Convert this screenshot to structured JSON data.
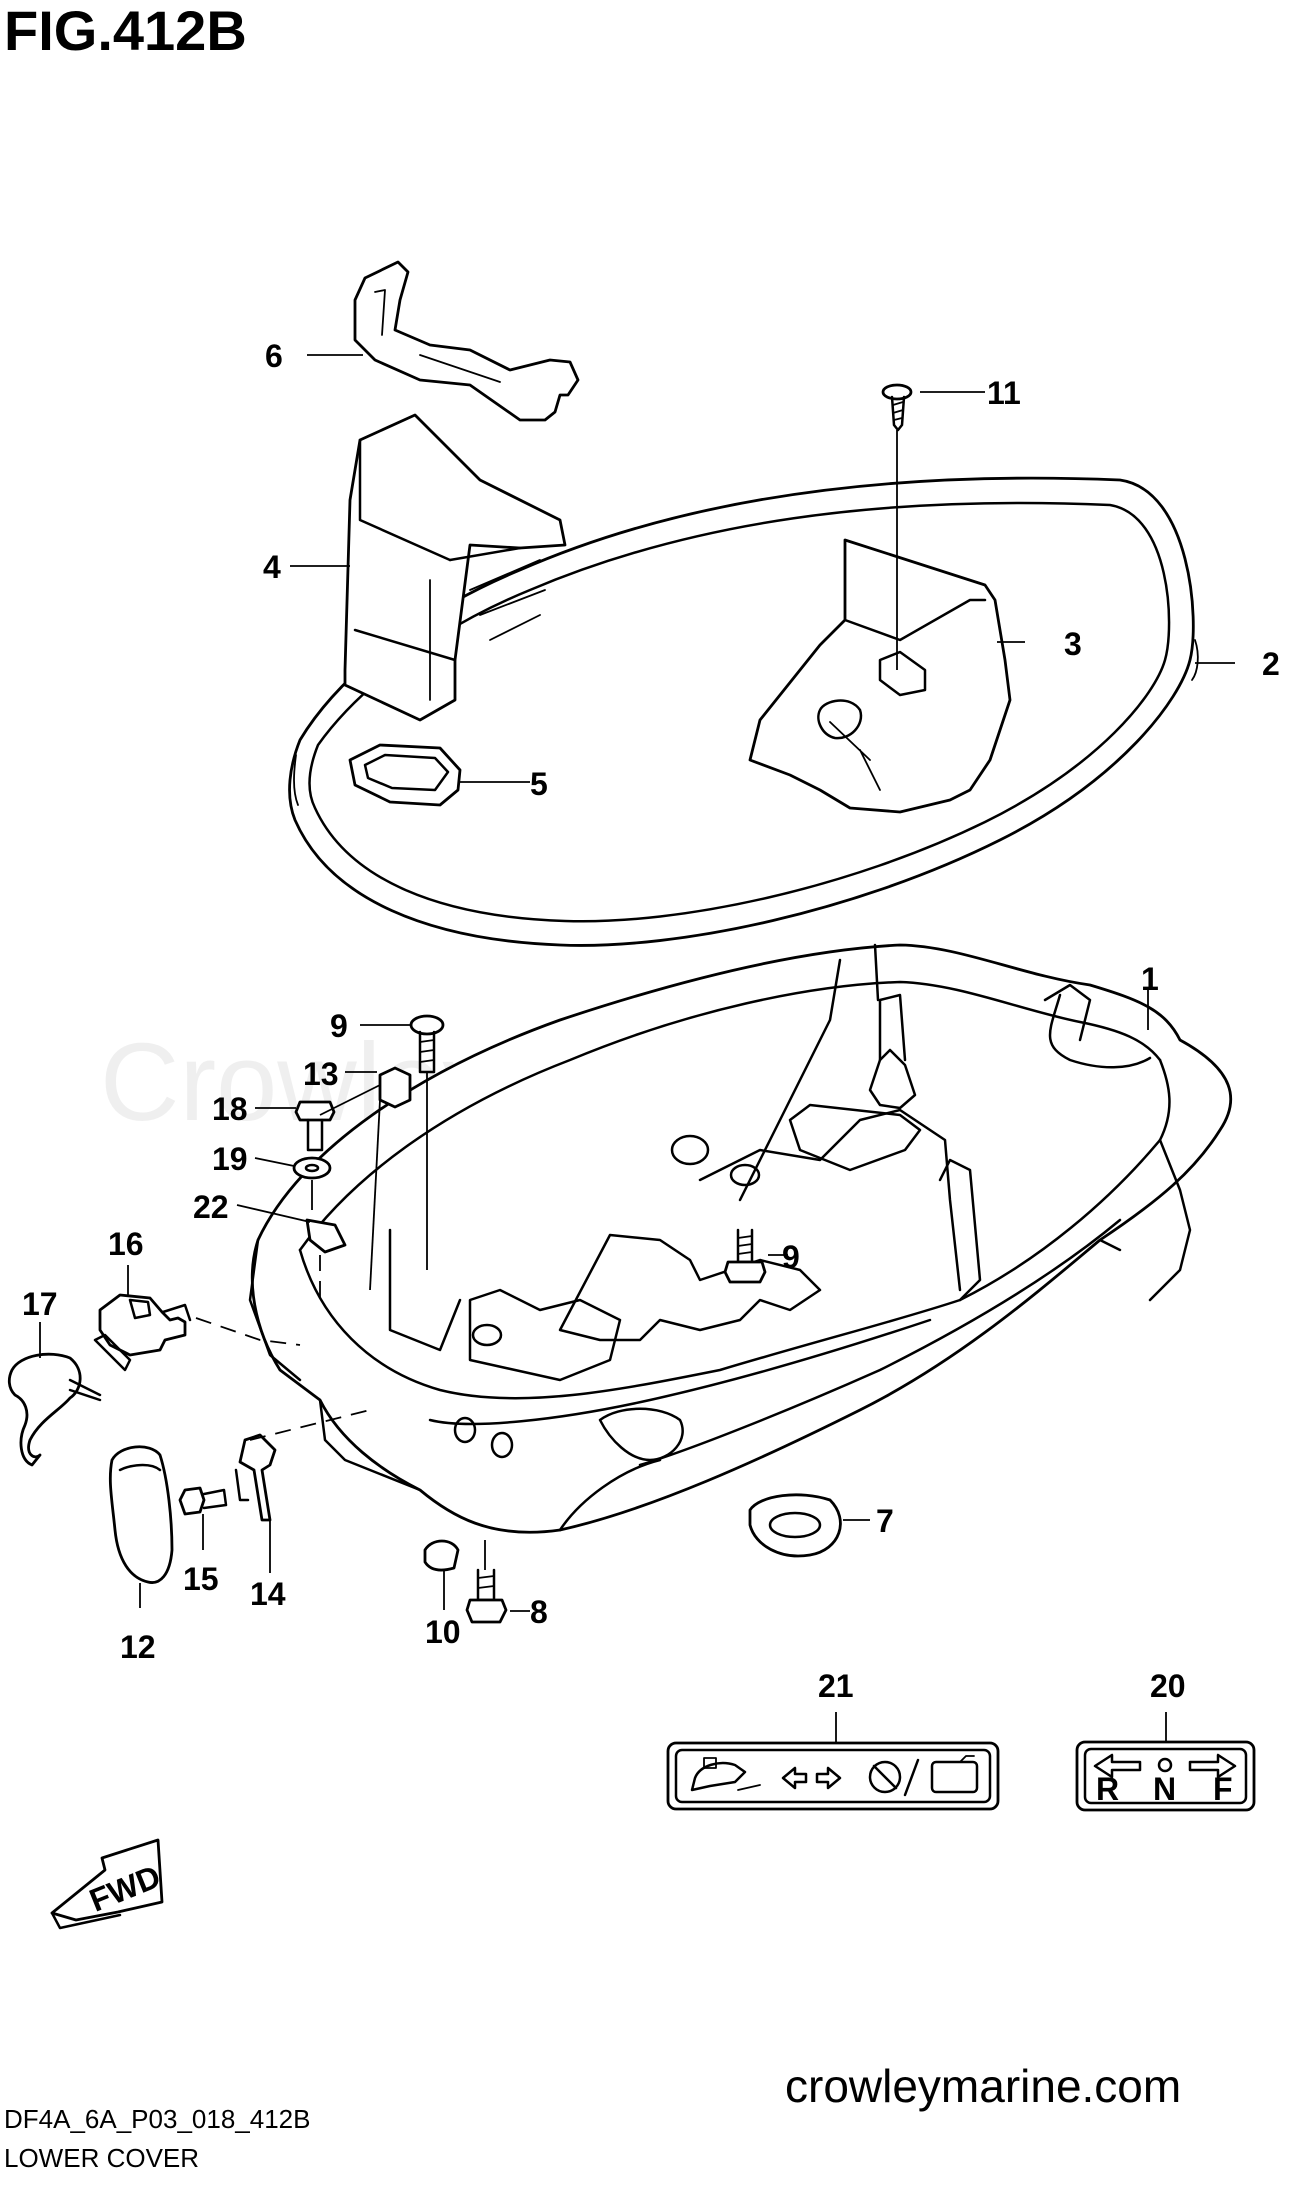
{
  "figure": {
    "title": "FIG.412B",
    "code": "DF4A_6A_P03_018_412B",
    "section": "LOWER COVER",
    "website": "crowleymarine.com",
    "watermark": "Crowley Marine",
    "fwd_label": "FWD"
  },
  "callouts": [
    {
      "id": "c1",
      "label": "1"
    },
    {
      "id": "c2",
      "label": "2"
    },
    {
      "id": "c3",
      "label": "3"
    },
    {
      "id": "c4",
      "label": "4"
    },
    {
      "id": "c5",
      "label": "5"
    },
    {
      "id": "c6",
      "label": "6"
    },
    {
      "id": "c7",
      "label": "7"
    },
    {
      "id": "c8",
      "label": "8"
    },
    {
      "id": "c9a",
      "label": "9"
    },
    {
      "id": "c9b",
      "label": "9"
    },
    {
      "id": "c10",
      "label": "10"
    },
    {
      "id": "c11",
      "label": "11"
    },
    {
      "id": "c12",
      "label": "12"
    },
    {
      "id": "c13",
      "label": "13"
    },
    {
      "id": "c14",
      "label": "14"
    },
    {
      "id": "c15",
      "label": "15"
    },
    {
      "id": "c16",
      "label": "16"
    },
    {
      "id": "c17",
      "label": "17"
    },
    {
      "id": "c18",
      "label": "18"
    },
    {
      "id": "c19",
      "label": "19"
    },
    {
      "id": "c20",
      "label": "20"
    },
    {
      "id": "c21",
      "label": "21"
    },
    {
      "id": "c22",
      "label": "22"
    }
  ],
  "shift_label": {
    "r": "R",
    "n": "N",
    "f": "F"
  }
}
